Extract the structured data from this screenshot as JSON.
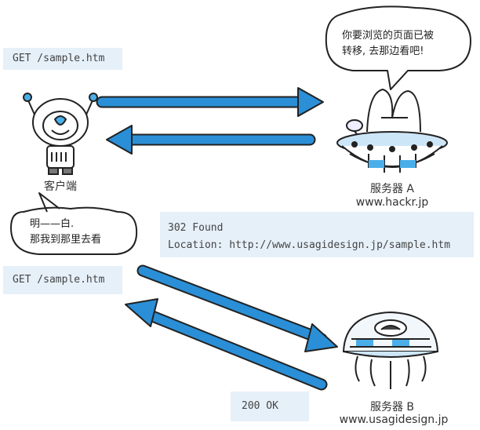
{
  "request1": "GET /sample.htm",
  "request2": "GET /sample.htm",
  "response1": {
    "status": "302 Found",
    "location": "Location: http://www.usagidesign.jp/sample.htm"
  },
  "response2": "200 OK",
  "client": {
    "label": "客户端",
    "speech": [
      "明——白.",
      "那我到那里去看"
    ]
  },
  "server_a": {
    "label": "服务器 A",
    "host": "www.hackr.jp",
    "speech": [
      "你要浏览的页面已被",
      "转移, 去那边看吧!"
    ]
  },
  "server_b": {
    "label": "服务器 B",
    "host": "www.usagidesign.jp"
  },
  "colors": {
    "arrow": "#2a8fd6",
    "box": "#e6f0f9",
    "accent": "#4aaee8"
  }
}
